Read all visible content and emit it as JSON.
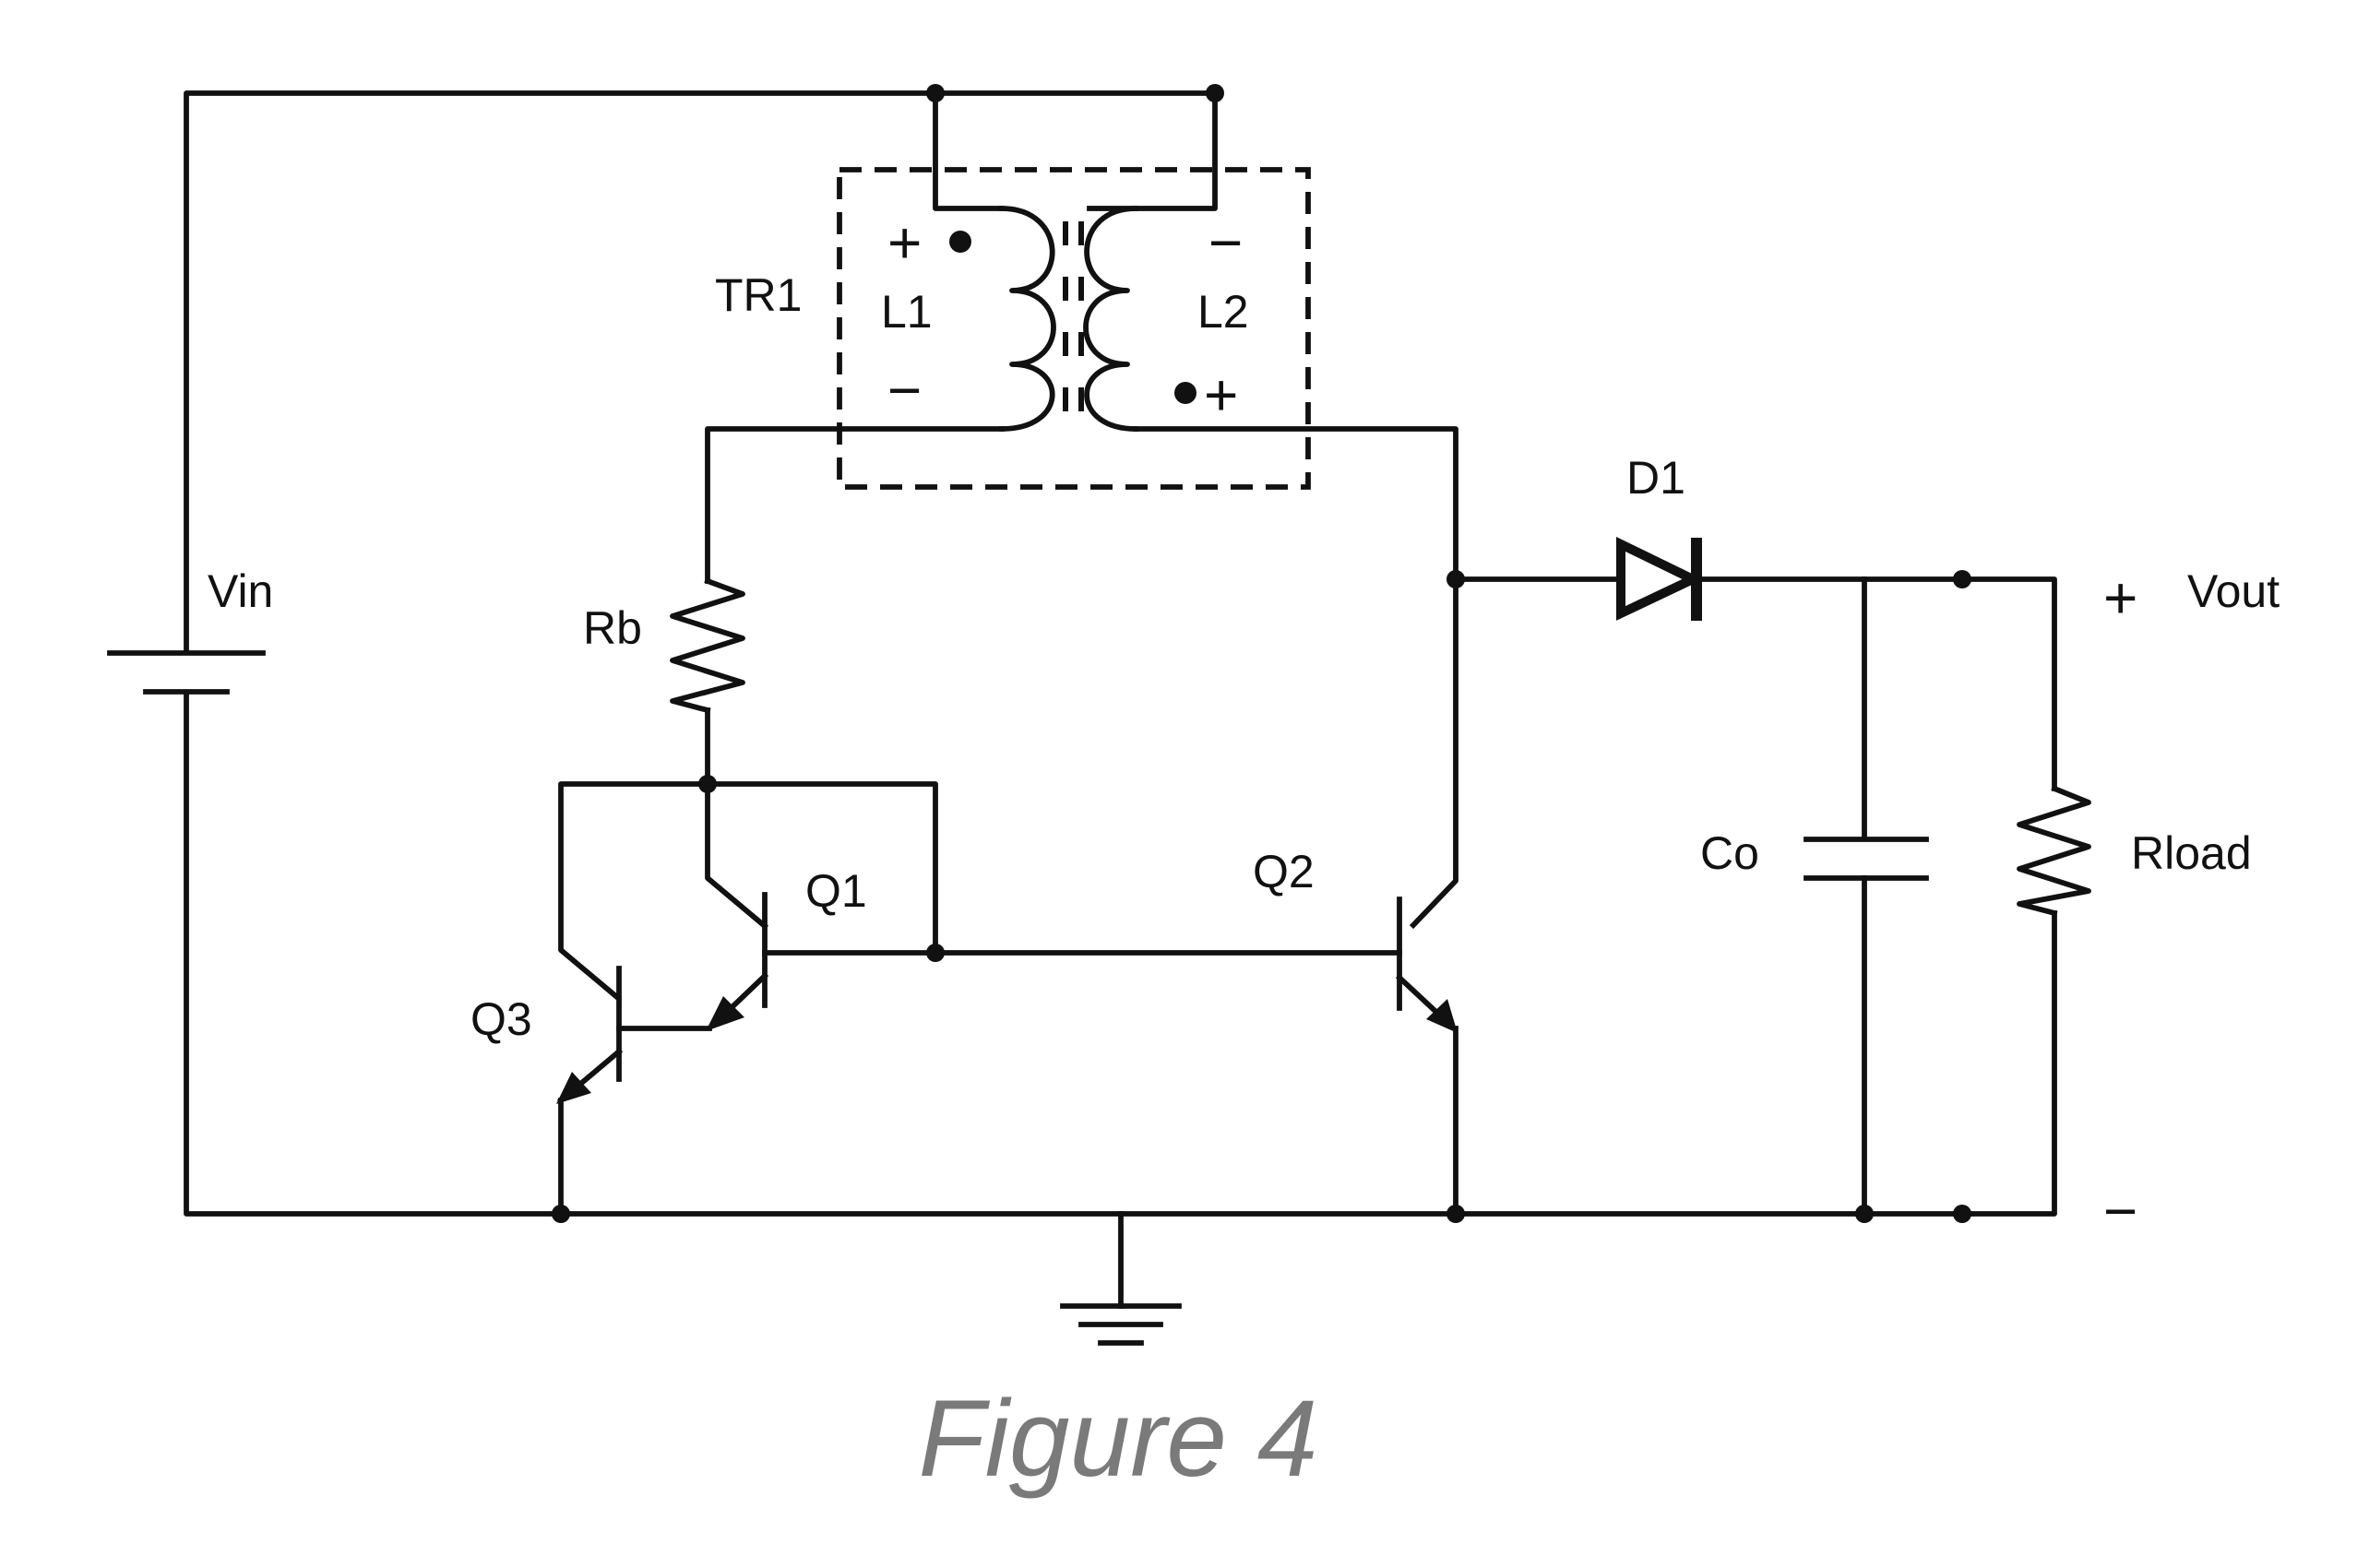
{
  "labels": {
    "transformer": "TR1",
    "primary_winding": "L1",
    "secondary_winding": "L2",
    "supply": "Vin",
    "base_resistor": "Rb",
    "transistor_1": "Q1",
    "transistor_2": "Q2",
    "transistor_3": "Q3",
    "diode": "D1",
    "output_capacitor": "Co",
    "load_resistor": "Rload",
    "output": "Vout"
  },
  "polarity": {
    "plus": "+",
    "minus": "−"
  },
  "caption": "Figure 4",
  "colors": {
    "wire": "#111111",
    "caption": "#7a7a7a",
    "background": "#ffffff"
  }
}
